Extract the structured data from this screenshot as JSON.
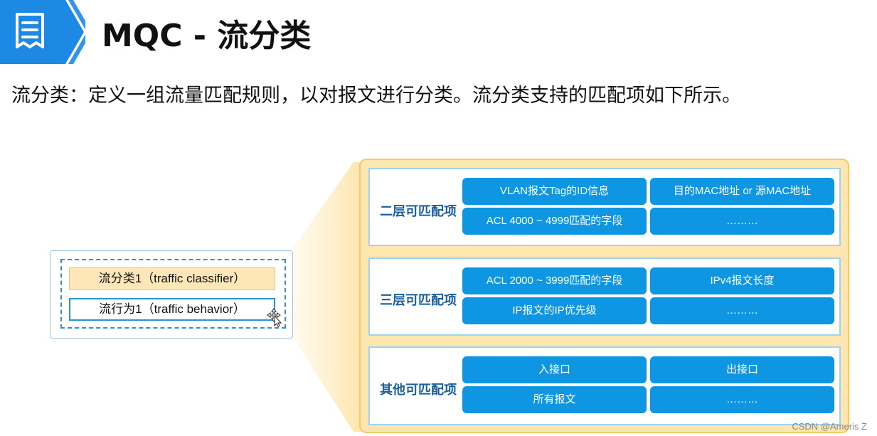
{
  "header": {
    "title": "MQC - 流分类",
    "badge_icon": "document-icon",
    "badge_color": "#1e88e5"
  },
  "subtitle": "流分类：定义一组流量匹配规则，以对报文进行分类。流分类支持的匹配项如下所示。",
  "left_panel": {
    "classifier_label": "流分类1（traffic classifier）",
    "behavior_label": "流行为1（traffic behavior）"
  },
  "groups": [
    {
      "label": "二层可匹配项",
      "cells": [
        "VLAN报文Tag的ID信息",
        "目的MAC地址 or 源MAC地址",
        "ACL 4000 ~ 4999匹配的字段",
        "………"
      ]
    },
    {
      "label": "三层可匹配项",
      "cells": [
        "ACL 2000 ~ 3999匹配的字段",
        "IPv4报文长度",
        "IP报文的IP优先级",
        "………"
      ]
    },
    {
      "label": "其他可匹配项",
      "cells": [
        "入接口",
        "出接口",
        "所有报文",
        "………"
      ]
    }
  ],
  "watermark": "CSDN @Ameris Z",
  "colors": {
    "cell_blue": "#0e96e2",
    "frame_yellow": "#fde6b0",
    "group_label": "#1a5fa0",
    "classifier_fill": "#fde7b8"
  }
}
